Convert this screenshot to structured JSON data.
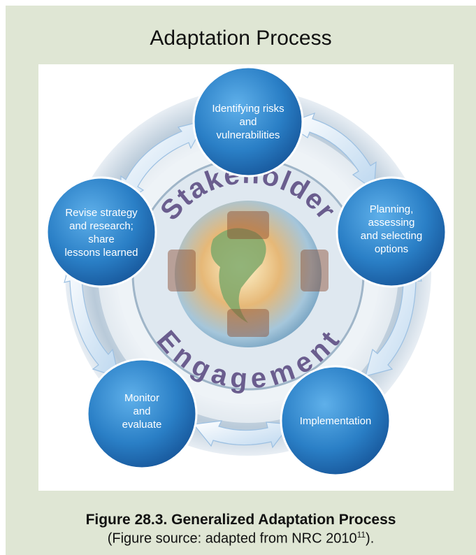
{
  "title": "Adaptation Process",
  "diagram": {
    "center_top_text": "Stakeholder",
    "center_bottom_text": "Engagement",
    "nodes": [
      {
        "id": "identify",
        "lines": [
          "Identifying risks",
          "and",
          "vulnerabilities"
        ]
      },
      {
        "id": "planning",
        "lines": [
          "Planning,",
          "assessing",
          "and selecting",
          "options"
        ]
      },
      {
        "id": "implementation",
        "lines": [
          "Implementation"
        ]
      },
      {
        "id": "monitor",
        "lines": [
          "Monitor",
          "and",
          "evaluate"
        ]
      },
      {
        "id": "revise",
        "lines": [
          "Revise strategy",
          "and research;",
          "share",
          "lessons learned"
        ]
      }
    ],
    "colors": {
      "node_fill": "#2a7fc6",
      "ring": "#c3d3e2",
      "arrow": "#d6e7f6",
      "center_text": "#6a5d8e",
      "card_bg": "#dfe6d4"
    }
  },
  "caption": {
    "title": "Figure 28.3. Generalized Adaptation Process",
    "source_prefix": "(Figure source: adapted from NRC 2010",
    "source_sup": "11",
    "source_suffix": ")."
  }
}
